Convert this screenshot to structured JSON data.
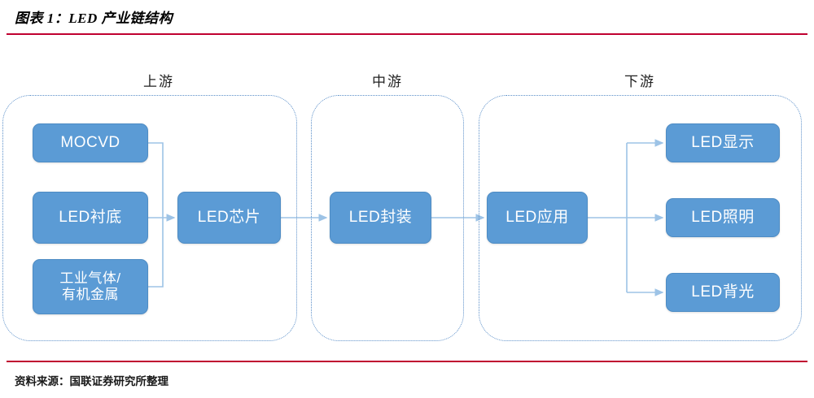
{
  "header": {
    "title": "图表 1：LED 产业链结构",
    "rule_color": "#C00030"
  },
  "footer": {
    "source": "资料来源：国联证券研究所整理"
  },
  "colors": {
    "node_fill": "#5B9BD5",
    "node_border": "#4E8CC4",
    "node_text": "#FFFFFF",
    "panel_border": "#5B8FC9",
    "connector": "#9DC3E6",
    "accent_rule": "#C00030"
  },
  "diagram": {
    "type": "flowchart",
    "stages": [
      {
        "id": "upstream",
        "label": "上游"
      },
      {
        "id": "midstream",
        "label": "中游"
      },
      {
        "id": "downstream",
        "label": "下游"
      }
    ],
    "nodes": [
      {
        "id": "mocvd",
        "stage": "upstream",
        "lines": [
          "MOCVD"
        ]
      },
      {
        "id": "substrate",
        "stage": "upstream",
        "lines": [
          "LED衬底"
        ]
      },
      {
        "id": "gas",
        "stage": "upstream",
        "lines": [
          "工业气体/",
          "有机金属"
        ]
      },
      {
        "id": "chip",
        "stage": "upstream",
        "lines": [
          "LED芯片"
        ]
      },
      {
        "id": "package",
        "stage": "midstream",
        "lines": [
          "LED封装"
        ]
      },
      {
        "id": "application",
        "stage": "downstream",
        "lines": [
          "LED应用"
        ]
      },
      {
        "id": "display",
        "stage": "downstream",
        "lines": [
          "LED显示"
        ]
      },
      {
        "id": "lighting",
        "stage": "downstream",
        "lines": [
          "LED照明"
        ]
      },
      {
        "id": "backlight",
        "stage": "downstream",
        "lines": [
          "LED背光"
        ]
      }
    ],
    "edges": [
      {
        "from": "mocvd",
        "to": "chip"
      },
      {
        "from": "substrate",
        "to": "chip"
      },
      {
        "from": "gas",
        "to": "chip"
      },
      {
        "from": "chip",
        "to": "package"
      },
      {
        "from": "package",
        "to": "application"
      },
      {
        "from": "application",
        "to": "display"
      },
      {
        "from": "application",
        "to": "lighting"
      },
      {
        "from": "application",
        "to": "backlight"
      }
    ]
  }
}
